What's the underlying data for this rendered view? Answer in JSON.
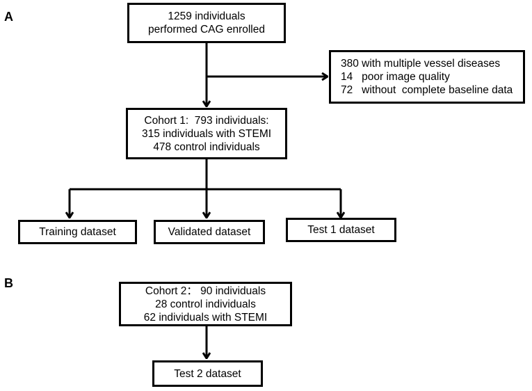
{
  "panels": [
    {
      "label": "A"
    },
    {
      "label": "B"
    }
  ],
  "nodes": {
    "enrolled": {
      "lines": [
        "1259 individuals",
        "performed CAG enrolled"
      ]
    },
    "excluded": {
      "lines": [
        "380 with multiple vessel diseases",
        "14   poor image quality",
        "72   without  complete baseline data"
      ]
    },
    "cohort1": {
      "lines": [
        "Cohort 1:  793 individuals:",
        "315 individuals with STEMI",
        "478 control individuals"
      ]
    },
    "training": {
      "lines": [
        "Training dataset"
      ]
    },
    "validated": {
      "lines": [
        "Validated dataset"
      ]
    },
    "test1": {
      "lines": [
        "Test 1 dataset"
      ]
    },
    "cohort2": {
      "lines": [
        "Cohort 2： 90 individuals",
        "28 control individuals",
        "62 individuals with STEMI"
      ]
    },
    "test2": {
      "lines": [
        "Test 2 dataset"
      ]
    }
  },
  "edges": [
    {
      "from": "enrolled",
      "to": "cohort1"
    },
    {
      "from": "enrolled",
      "to": "excluded"
    },
    {
      "from": "cohort1",
      "to": "training"
    },
    {
      "from": "cohort1",
      "to": "validated"
    },
    {
      "from": "cohort1",
      "to": "test1"
    },
    {
      "from": "cohort2",
      "to": "test2"
    }
  ]
}
